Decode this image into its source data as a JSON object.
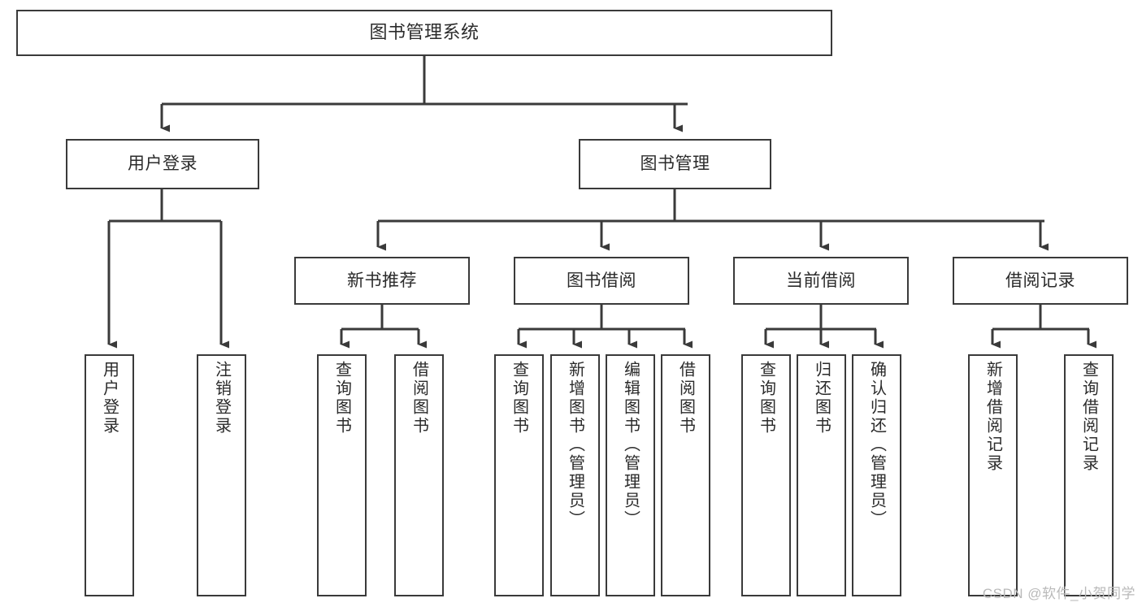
{
  "diagram": {
    "title": "图书管理系统",
    "type": "tree-hierarchy-diagram",
    "watermark": "CSDN @软件_小贺同学",
    "style": {
      "box_border_color": "#3a3a3a",
      "box_fill_color": "#ffffff",
      "edge_color": "#3a3a3a",
      "text_color": "#2b2b2b",
      "background": "#ffffff",
      "watermark_color": "#b9b9b9"
    },
    "root": {
      "id": "root",
      "label": "图书管理系统"
    },
    "level1": [
      {
        "id": "user-login",
        "label": "用户登录"
      },
      {
        "id": "book-management",
        "label": "图书管理"
      }
    ],
    "level2": [
      {
        "id": "new-book-recommend",
        "label": "新书推荐",
        "parent": "book-management"
      },
      {
        "id": "book-borrow",
        "label": "图书借阅",
        "parent": "book-management"
      },
      {
        "id": "current-borrow",
        "label": "当前借阅",
        "parent": "book-management"
      },
      {
        "id": "borrow-record",
        "label": "借阅记录",
        "parent": "book-management"
      }
    ],
    "leaves": [
      {
        "id": "leaf-user-login",
        "label": "用户登录",
        "parent": "user-login"
      },
      {
        "id": "leaf-logout-login",
        "label": "注销登录",
        "parent": "user-login"
      },
      {
        "id": "leaf-query-book-1",
        "label": "查询图书",
        "parent": "new-book-recommend"
      },
      {
        "id": "leaf-borrow-book-1",
        "label": "借阅图书",
        "parent": "new-book-recommend"
      },
      {
        "id": "leaf-query-book-2",
        "label": "查询图书",
        "parent": "book-borrow"
      },
      {
        "id": "leaf-add-book",
        "label": "新增图书（管理员）",
        "parent": "book-borrow"
      },
      {
        "id": "leaf-edit-book",
        "label": "编辑图书（管理员）",
        "parent": "book-borrow"
      },
      {
        "id": "leaf-borrow-book-2",
        "label": "借阅图书",
        "parent": "book-borrow"
      },
      {
        "id": "leaf-query-book-3",
        "label": "查询图书",
        "parent": "current-borrow"
      },
      {
        "id": "leaf-return-book",
        "label": "归还图书",
        "parent": "current-borrow"
      },
      {
        "id": "leaf-confirm-return",
        "label": "确认归还（管理员）",
        "parent": "current-borrow"
      },
      {
        "id": "leaf-add-record",
        "label": "新增借阅记录",
        "parent": "borrow-record"
      },
      {
        "id": "leaf-query-record",
        "label": "查询借阅记录",
        "parent": "borrow-record"
      }
    ]
  }
}
